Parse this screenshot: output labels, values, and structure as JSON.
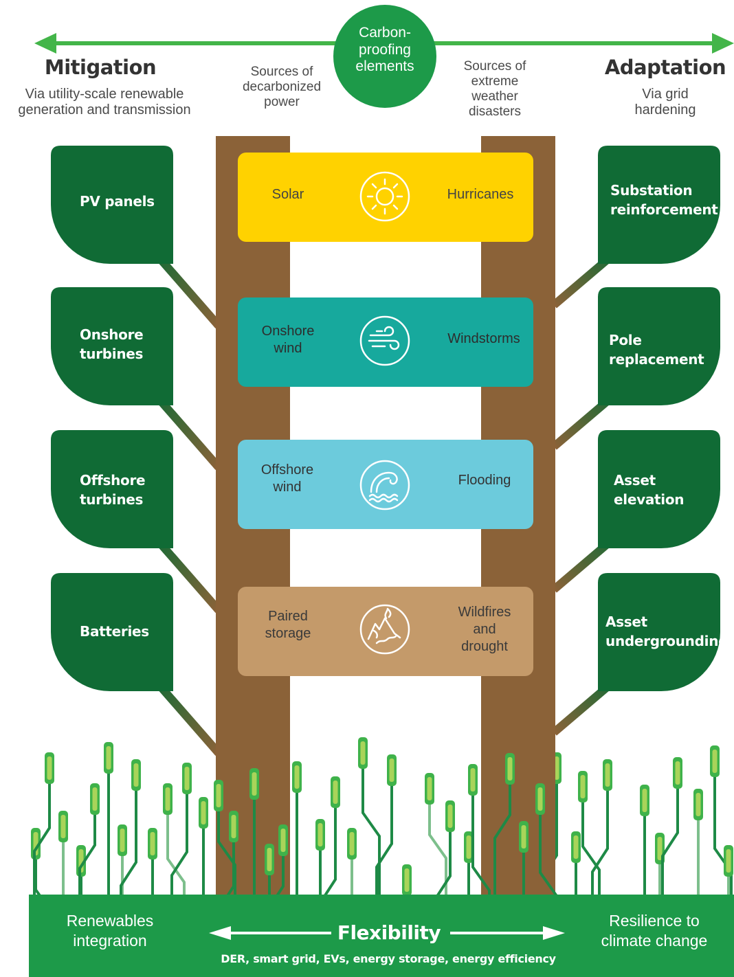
{
  "header": {
    "center_label": "Carbon-\nproofing\nelements",
    "left_title": "Mitigation",
    "left_subtitle": "Via utility-scale renewable\ngeneration and transmission",
    "right_title": "Adaptation",
    "right_subtitle": "Via grid\nhardening",
    "left_column_label": "Sources of\ndecarbonized\npower",
    "right_column_label": "Sources of\nextreme\nweather\ndisasters"
  },
  "left_leaves": [
    {
      "label": "PV panels"
    },
    {
      "label": "Onshore\nturbines"
    },
    {
      "label": "Offshore\nturbines"
    },
    {
      "label": "Batteries"
    }
  ],
  "right_leaves": [
    {
      "label": "Substation\nreinforcement"
    },
    {
      "label": "Pole\nreplacement"
    },
    {
      "label": "Asset\nelevation"
    },
    {
      "label": "Asset\nundergrounding"
    }
  ],
  "rungs": [
    {
      "left": "Solar",
      "right": "Hurricanes",
      "icon": "sun-icon",
      "color": "#ffd200",
      "text_color": "#444444"
    },
    {
      "left": "Onshore\nwind",
      "right": "Windstorms",
      "icon": "wind-icon",
      "color": "#17a99d",
      "text_color": "#2d2d2d"
    },
    {
      "left": "Offshore\nwind",
      "right": "Flooding",
      "icon": "wave-icon",
      "color": "#6ccbdc",
      "text_color": "#333333"
    },
    {
      "left": "Paired\nstorage",
      "right": "Wildfires\nand\ndrought",
      "icon": "wildfire-mountain-icon",
      "color": "#c49a6a",
      "text_color": "#3a3a3a"
    }
  ],
  "footer": {
    "left": "Renewables\nintegration",
    "center_title": "Flexibility",
    "center_subtitle": "DER, smart grid, EVs, energy storage, energy efficiency",
    "right": "Resilience to\nclimate change"
  },
  "colors": {
    "leaf": "#106b35",
    "trunk": "#8b6238",
    "footer": "#1d9a49",
    "arrow": "#43b549",
    "circle": "#1d9a49",
    "grass_dark": "#1e8a46",
    "grass_light": "#7dbf8c"
  }
}
